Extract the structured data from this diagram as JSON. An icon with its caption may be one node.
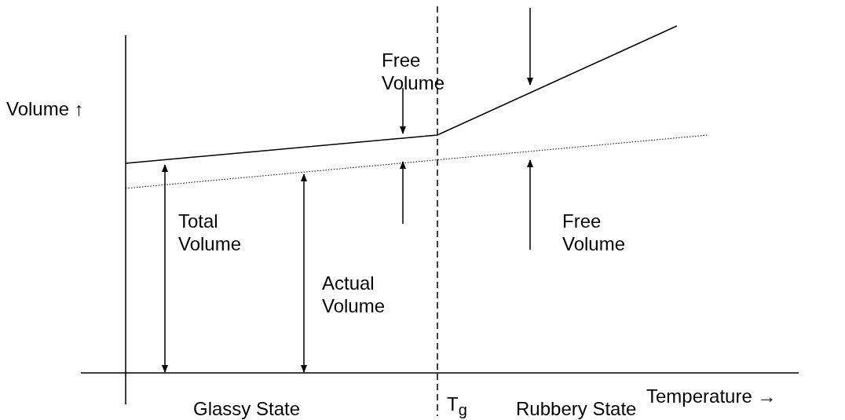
{
  "diagram": {
    "labels": [
      "Free Volume",
      "Volume ↑",
      "Total Volume",
      "Actual Volume",
      "Free Volume",
      "Temperature →",
      "Glassy State",
      "T$_{g}$",
      "Rubbery State"
    ]
  }
}
